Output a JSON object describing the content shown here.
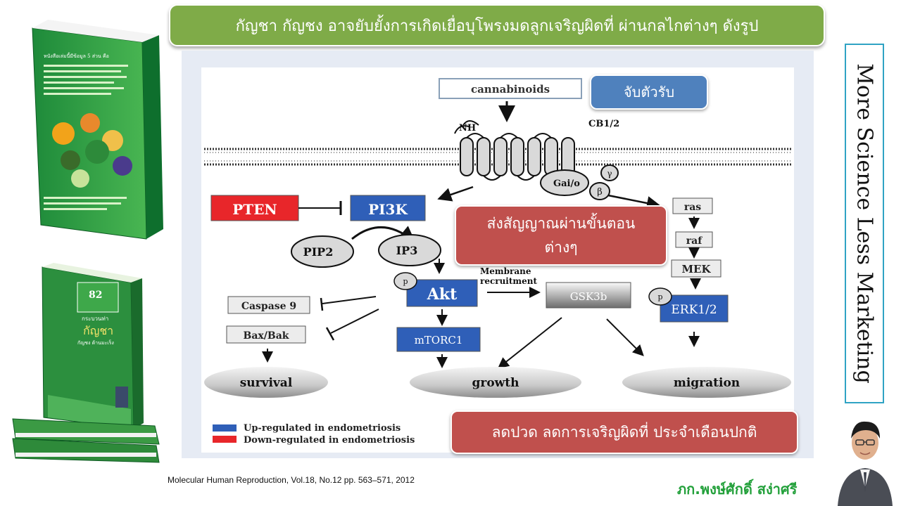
{
  "slide": {
    "title": "กัญชา กัญชง อาจยับยั้งการเกิดเยื่อบุโพรงมดลูกเจริญผิดที่ ผ่านกลไกต่างๆ ดังรูป",
    "side_label": "More Science Less Marketing",
    "citation": "Molecular Human Reproduction, Vol.18, No.12 pp. 563–571, 2012",
    "author": "ภก.พงษ์ศักดิ์ สง่าศรี"
  },
  "callouts": {
    "receptor": "จับตัวรับ",
    "signaling_line1": "ส่งสัญญาณผ่านขั้นตอน",
    "signaling_line2": "ต่างๆ",
    "effects": "ลดปวด ลดการเจริญผิดที่ ประจำเดือนปกติ"
  },
  "diagram": {
    "cannabinoids": "cannabinoids",
    "nh": "NH",
    "receptor": "CB1/2",
    "g_alpha": "Gai/o",
    "g_beta": "β",
    "g_gamma": "γ",
    "pten": "PTEN",
    "pi3k": "PI3K",
    "pip2": "PIP2",
    "ip3": "IP3",
    "p_label": "p",
    "akt": "Akt",
    "membrane_recruitment_1": "Membrane",
    "membrane_recruitment_2": "recruitment",
    "gsk3b": "GSK3b",
    "caspase9": "Caspase 9",
    "bax_bak": "Bax/Bak",
    "mtorc1": "mTORC1",
    "ras": "ras",
    "raf": "raf",
    "mek": "MEK",
    "erk": "ERK1/2",
    "survival": "survival",
    "growth": "growth",
    "migration": "migration",
    "legend_up": "Up-regulated in endometriosis",
    "legend_down": "Down-regulated in endometriosis"
  },
  "colors": {
    "title_green": "#7fab48",
    "callout_blue": "#4f81bd",
    "callout_red": "#c0504d",
    "up_blue": "#2f5fb8",
    "down_red": "#e8262a",
    "author_green": "#22a03a",
    "side_border": "#2fa3c4"
  },
  "books": {
    "book1_cover_title": "หนังสือเล่มนี้มีข้อมูล 5 ส่วน คือ",
    "book2_number": "82",
    "book2_subtitle": "กระบวนท่า",
    "book2_title": "กัญชา",
    "book2_tagline": "กัญชง ต้านมะเร็ง"
  }
}
